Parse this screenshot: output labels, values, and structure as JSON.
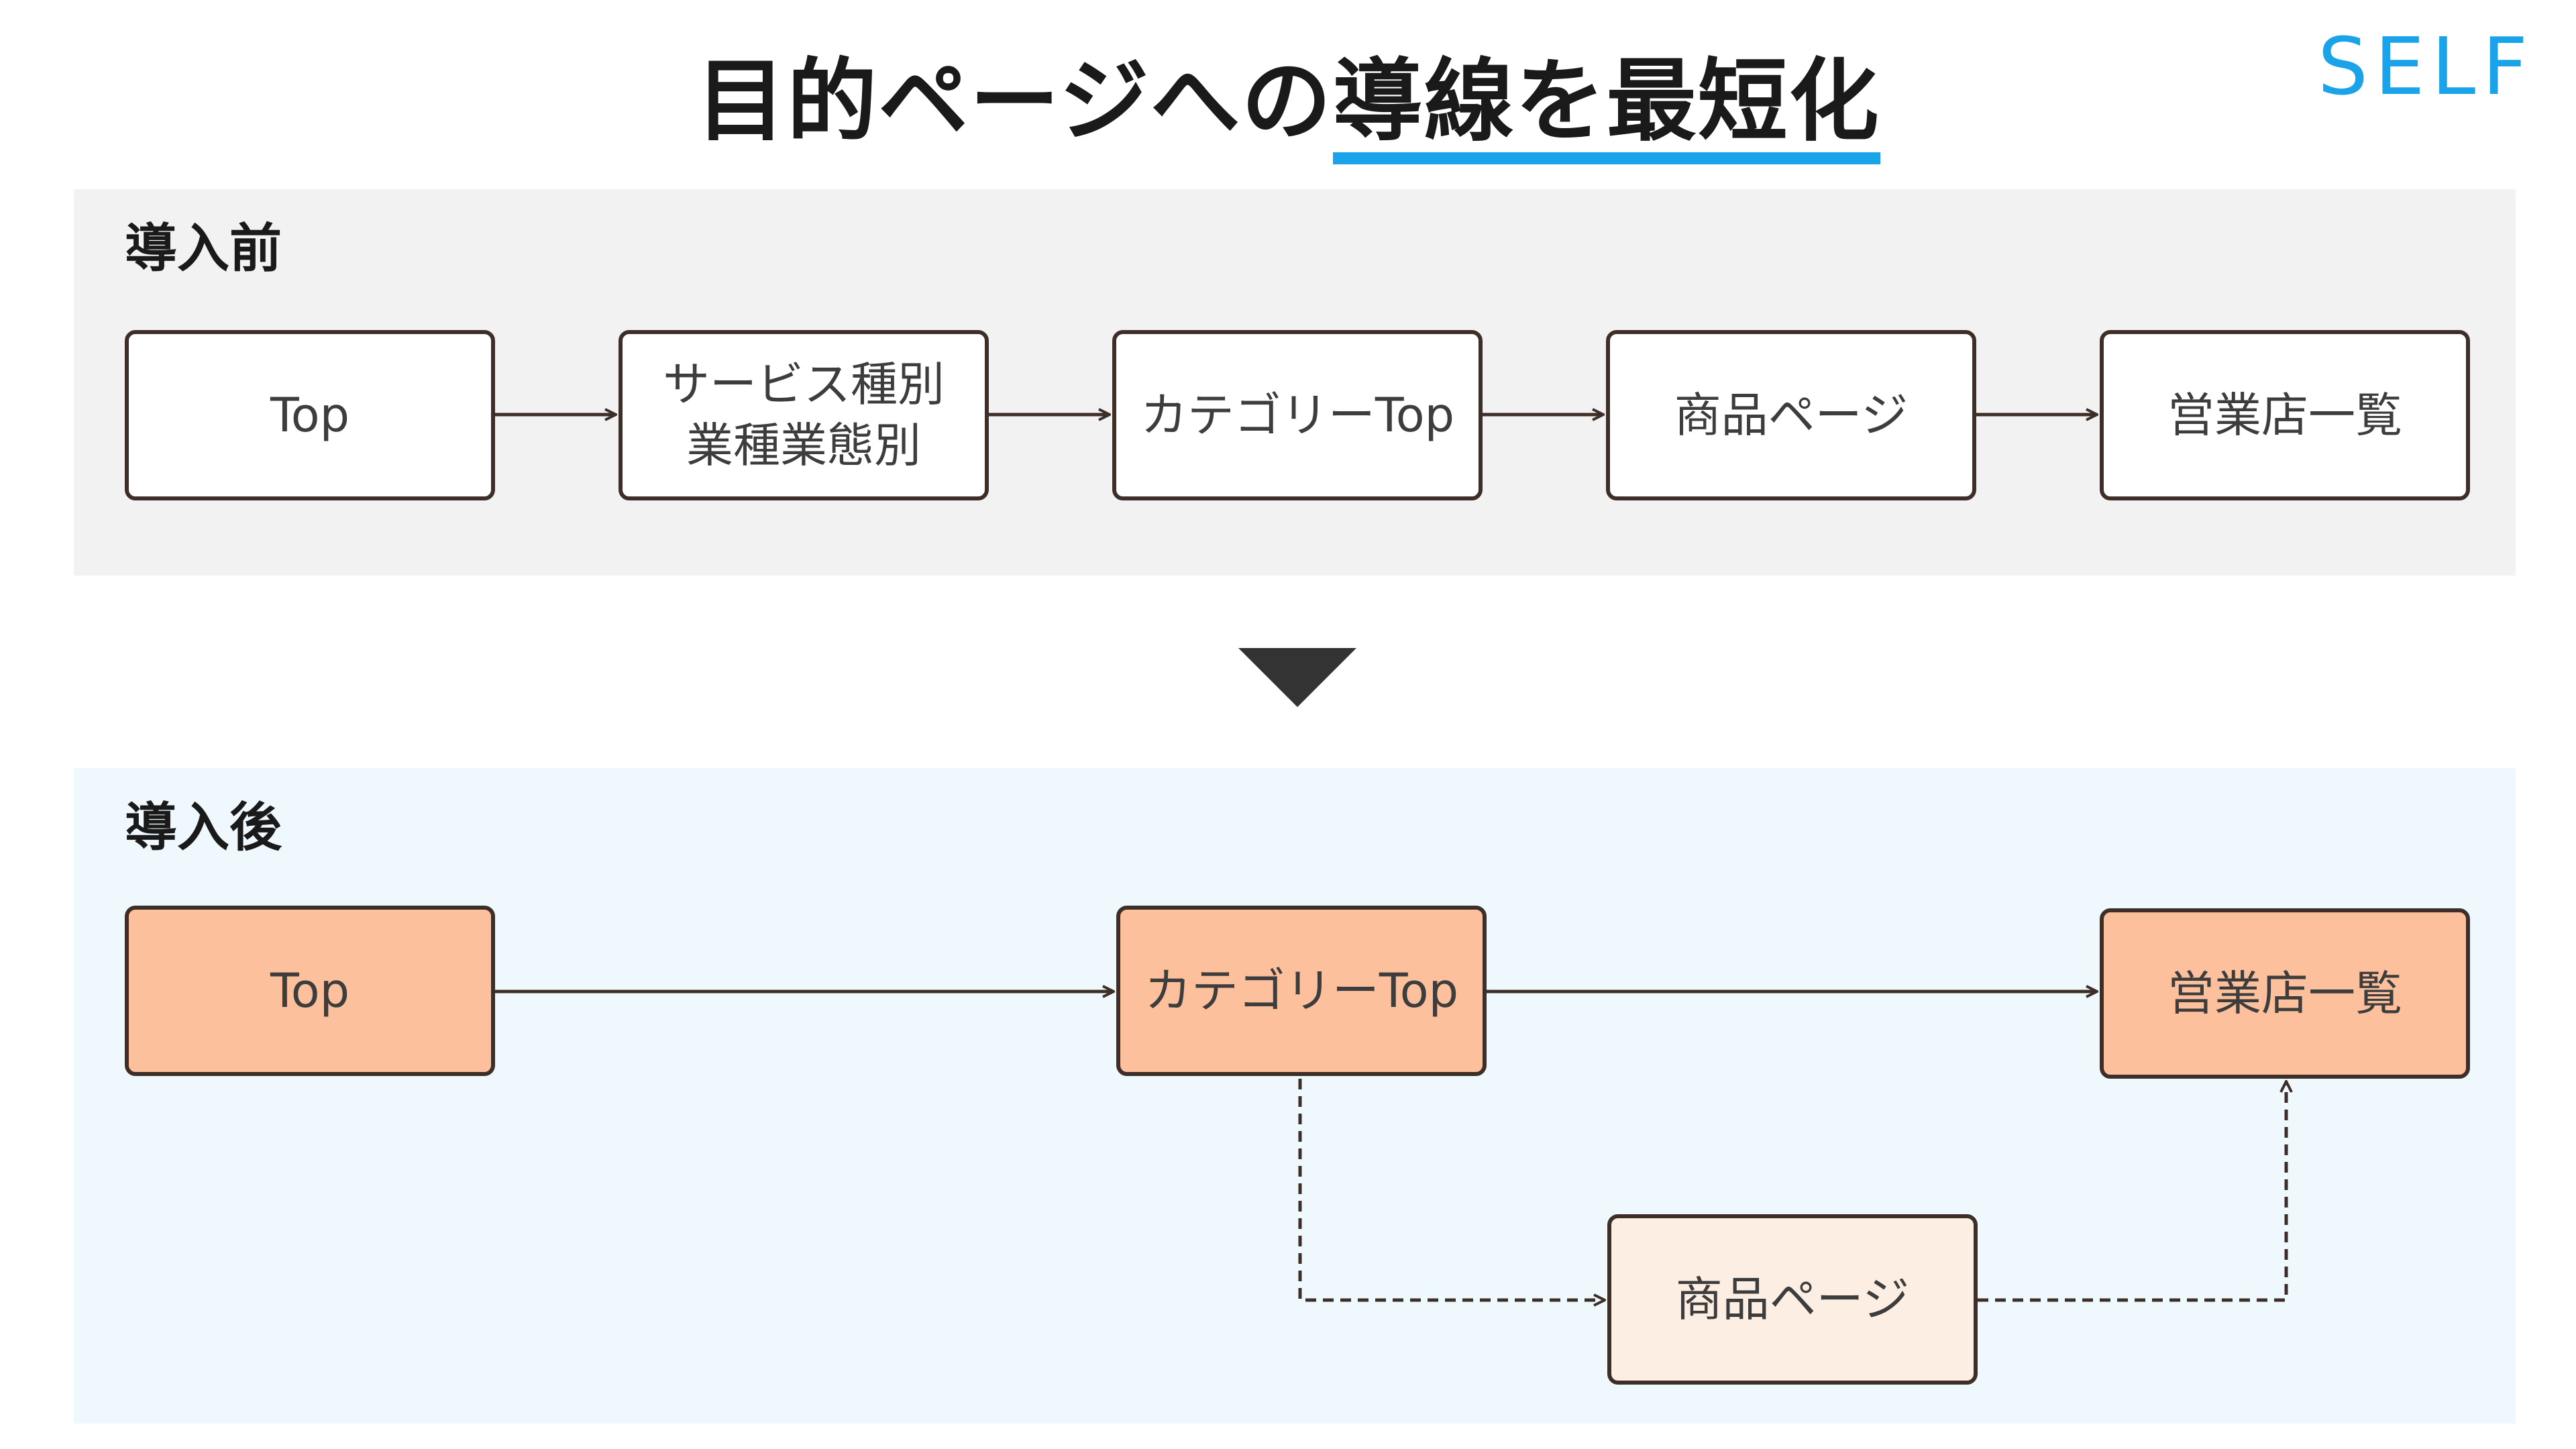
{
  "header": {
    "title_plain": "目的ページへの",
    "title_highlight": "導線を最短化",
    "logo_text": "SELF"
  },
  "colors": {
    "accent": "#1aa3e8",
    "node_border": "#3d2e28",
    "node_main_fill": "#fcc09c",
    "node_sub_fill": "#fdeee4",
    "panel_before_bg": "#f2f2f2",
    "panel_after_bg": "#eef8fd",
    "divider_arrow": "#333333"
  },
  "before": {
    "label": "導入前",
    "nodes": [
      {
        "label": "Top"
      },
      {
        "label": "サービス種別\n業種業態別"
      },
      {
        "label": "カテゴリーTop"
      },
      {
        "label": "商品ページ"
      },
      {
        "label": "営業店一覧"
      }
    ]
  },
  "after": {
    "label": "導入後",
    "nodes": [
      {
        "label": "Top"
      },
      {
        "label": "カテゴリーTop"
      },
      {
        "label": "営業店一覧"
      },
      {
        "label": "商品ページ"
      }
    ]
  }
}
